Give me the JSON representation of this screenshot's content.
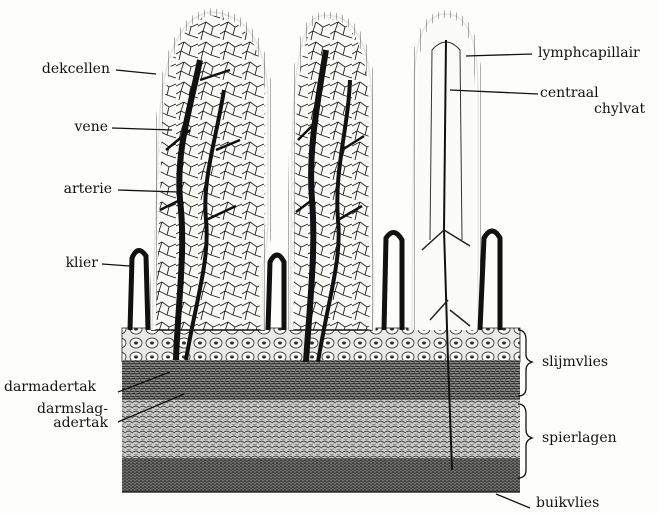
{
  "labels": {
    "dekcellen": "dekcellen",
    "vene": "vene",
    "arterie": "arterie",
    "klier": "klier",
    "darmadertak": "darmadertak",
    "darmslagadertak_1": "darmslag-",
    "darmslagadertak_2": "adertak",
    "lymphcapillair": "lymphcapillair",
    "centraal_1": "centraal",
    "centraal_2": "chylvat",
    "slijmvlies": "slijmvlies",
    "spierlagen": "spierlagen",
    "buikvlies": "buikvlies"
  },
  "colors": {
    "ink": "#111111",
    "paper": "#fdfdfb"
  }
}
